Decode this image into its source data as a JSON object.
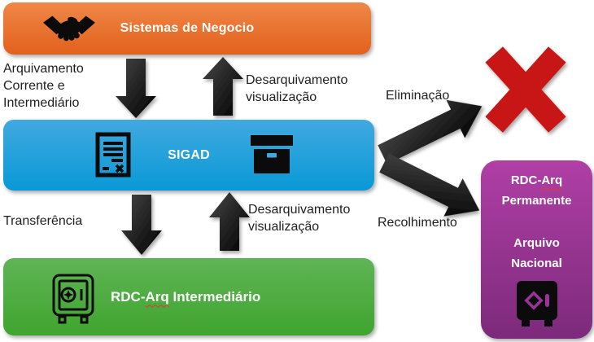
{
  "boxes": {
    "business": {
      "label": "Sistemas de Negocio"
    },
    "sigad": {
      "label": "SIGAD"
    },
    "rdc_intermediate": {
      "pre": "RDC-",
      "wavy": "Arq",
      "post": " Intermediário"
    },
    "rdc_permanent": {
      "pre": "RDC-",
      "wavy": "Arq",
      "line2": "Permanente",
      "line3": "Arquivo",
      "line4": "Nacional"
    }
  },
  "flow_labels": {
    "archiving": "Arquivamento\nCorrente e\nIntermediário",
    "dearchiving_top": "Desarquivamento\nvisualização",
    "transfer": "Transferência",
    "dearchiving_bottom": "Desarquivamento\nvisualização",
    "elimination": "Eliminação",
    "collection": "Recolhimento"
  },
  "icons": {
    "business": "handshake-icon",
    "sigad_left": "document-icon",
    "sigad_right": "archive-box-icon",
    "rdc_intermediate": "safe-outline-icon",
    "rdc_permanent": "safe-solid-icon",
    "elimination": "x-mark-icon"
  },
  "colors": {
    "business_top": "#F08747",
    "business_bottom": "#E2611C",
    "sigad_top": "#41A9E0",
    "sigad_bottom": "#0999D6",
    "intermediate_top": "#60B456",
    "intermediate_bottom": "#3FA52E",
    "permanent_top": "#B03FA6",
    "permanent_bottom": "#7C2A7B",
    "x_mark": "#C81414",
    "arrow": "#0B0B0B",
    "label_text": "#1F1F1F",
    "box_text": "#FFFFFF",
    "spellcheck_underline": "#E0392B"
  }
}
